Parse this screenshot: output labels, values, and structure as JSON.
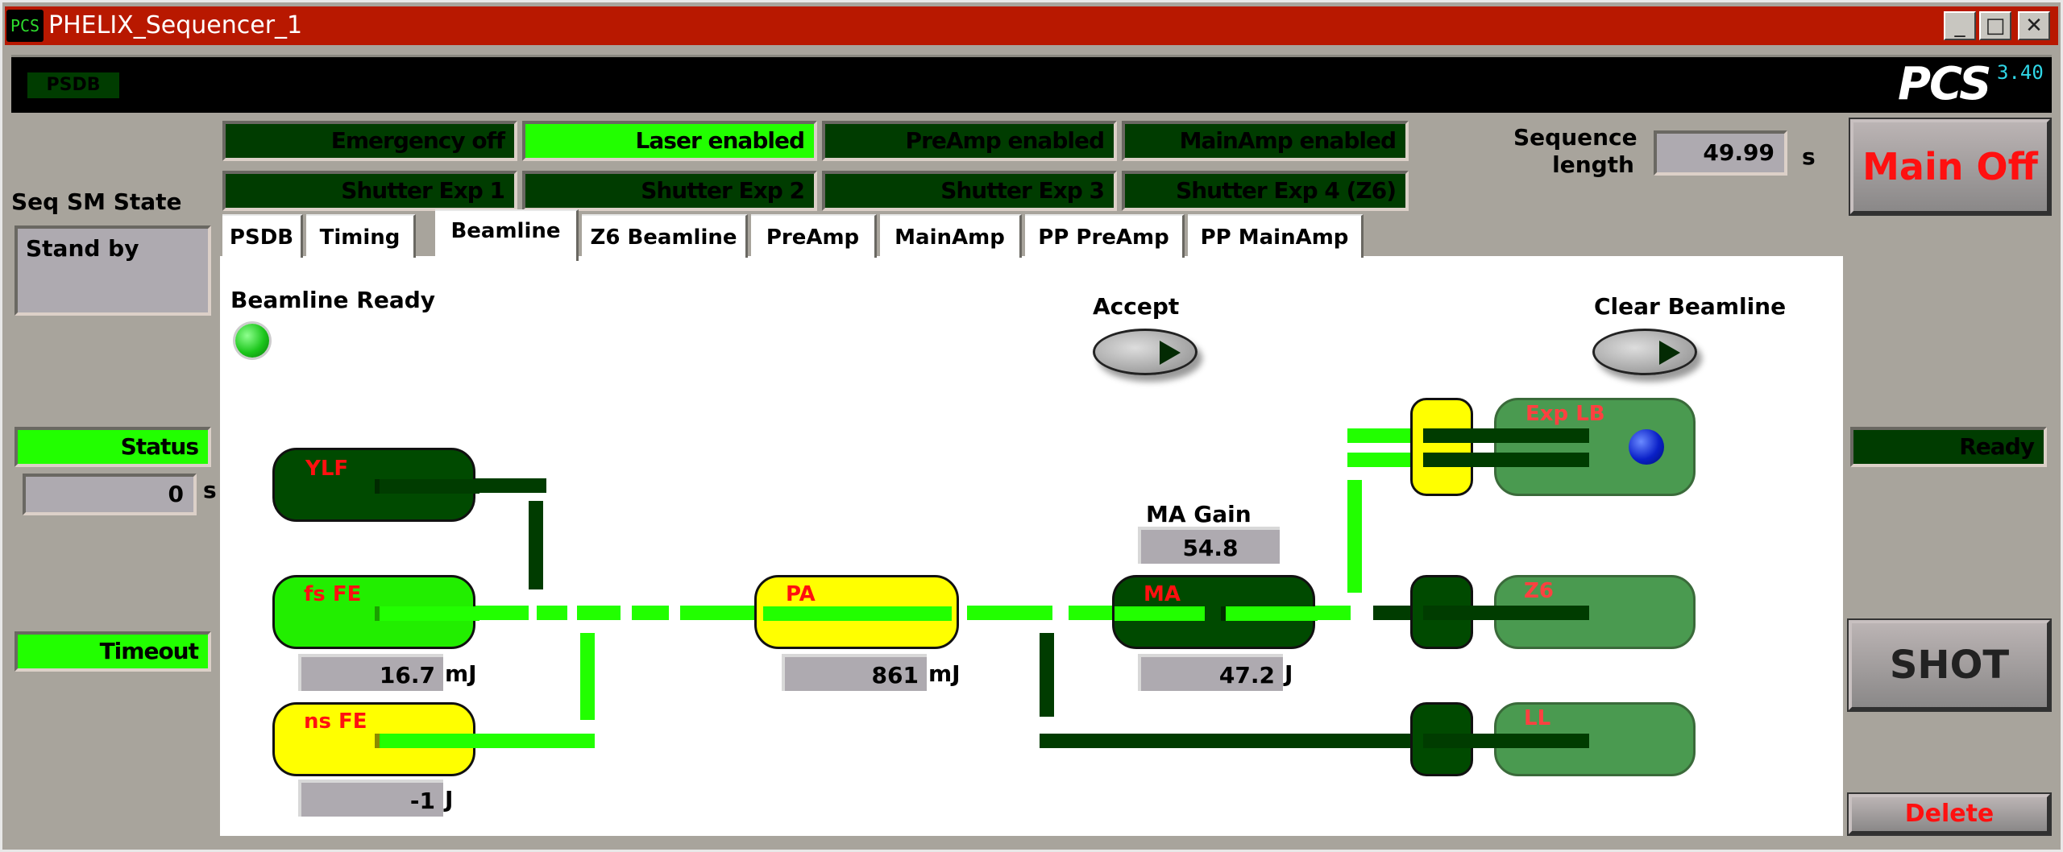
{
  "window": {
    "icon_text": "PCS",
    "title": "PHELIX_Sequencer_1",
    "controls": {
      "minimize": "_",
      "maximize": "□",
      "close": "✕"
    }
  },
  "header": {
    "badge": "PSDB",
    "logo": "PCS",
    "version": "3.40"
  },
  "status_lamps": [
    {
      "label": "Emergency off",
      "on": false
    },
    {
      "label": "Laser enabled",
      "on": true
    },
    {
      "label": "PreAmp enabled",
      "on": false
    },
    {
      "label": "MainAmp enabled",
      "on": false
    },
    {
      "label": "Shutter Exp 1",
      "on": false
    },
    {
      "label": "Shutter Exp 2",
      "on": false
    },
    {
      "label": "Shutter Exp 3",
      "on": false
    },
    {
      "label": "Shutter Exp 4 (Z6)",
      "on": false
    }
  ],
  "sequence": {
    "label_line1": "Sequence",
    "label_line2": "length",
    "value": "49.99",
    "unit": "s"
  },
  "left": {
    "state_label": "Seq SM State",
    "state_value": "Stand by",
    "status_label": "Status",
    "status_value": "0",
    "status_unit": "s",
    "timeout_label": "Timeout"
  },
  "right": {
    "main_off": "Main Off",
    "ready": "Ready",
    "shot": "SHOT",
    "delete": "Delete"
  },
  "tabs": [
    {
      "label": "PSDB",
      "active": false
    },
    {
      "label": "Timing",
      "active": false
    },
    {
      "label": "Beamline",
      "active": true
    },
    {
      "label": "Z6 Beamline",
      "active": false
    },
    {
      "label": "PreAmp",
      "active": false
    },
    {
      "label": "MainAmp",
      "active": false
    },
    {
      "label": "PP PreAmp",
      "active": false
    },
    {
      "label": "PP MainAmp",
      "active": false
    }
  ],
  "beamline": {
    "ready_label": "Beamline Ready",
    "accept_label": "Accept",
    "clear_label": "Clear Beamline",
    "ma_gain_label": "MA Gain",
    "ma_gain_value": "54.8",
    "nodes": {
      "ylf": {
        "label": "YLF"
      },
      "fsfe": {
        "label": "fs FE",
        "value": "16.7",
        "unit": "mJ"
      },
      "nsfe": {
        "label": "ns FE",
        "value": "-1",
        "unit": "J"
      },
      "pa": {
        "label": "PA",
        "value": "861",
        "unit": "mJ"
      },
      "ma": {
        "label": "MA",
        "value": "47.2",
        "unit": "J"
      },
      "explb": {
        "label": "Exp LB"
      },
      "z6": {
        "label": "Z6"
      },
      "ll": {
        "label": "LL"
      }
    }
  },
  "colors": {
    "led_on": "#22ff00",
    "led_off": "#003c00",
    "title_bar": "#b81800",
    "node_yellow": "#ffff00",
    "target_green": "#4a9a50",
    "label_red": "#ff1010"
  }
}
